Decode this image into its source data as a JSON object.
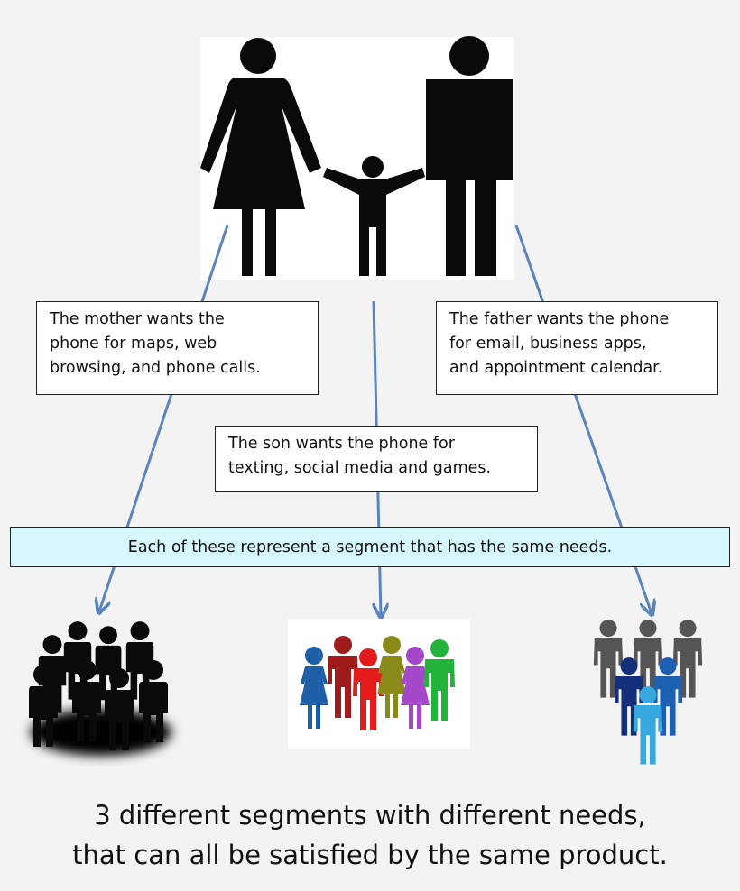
{
  "boxes": {
    "mother": {
      "line1": "The mother wants the",
      "line2": "phone for maps, web",
      "line3": "browsing, and phone calls."
    },
    "father": {
      "line1": "The father wants the phone",
      "line2": "for email, business apps,",
      "line3": "and appointment calendar."
    },
    "son": {
      "line1": "The son wants the phone for",
      "line2": "texting, social media and games."
    }
  },
  "banner": "Each of these represent a segment that has the same needs.",
  "caption": {
    "line1": "3 different segments with different needs,",
    "line2": "that can all be satisfied by the same product."
  },
  "colors": {
    "arrow": "#5b84bd",
    "banner_bg": "#d6f7fb",
    "silhouette": "#0a0a0a",
    "group_multicolor": [
      "#1f5fa8",
      "#a01c1c",
      "#e51b1b",
      "#8a8a1a",
      "#a447c9",
      "#22b33a"
    ],
    "group_blue": [
      "#555555",
      "#14307a",
      "#1d5fb0",
      "#35a8e0"
    ]
  },
  "icons": {
    "family": "family-icon",
    "group_black": "crowd-black-icon",
    "group_color": "crowd-color-icon",
    "group_blue": "crowd-blue-icon"
  }
}
